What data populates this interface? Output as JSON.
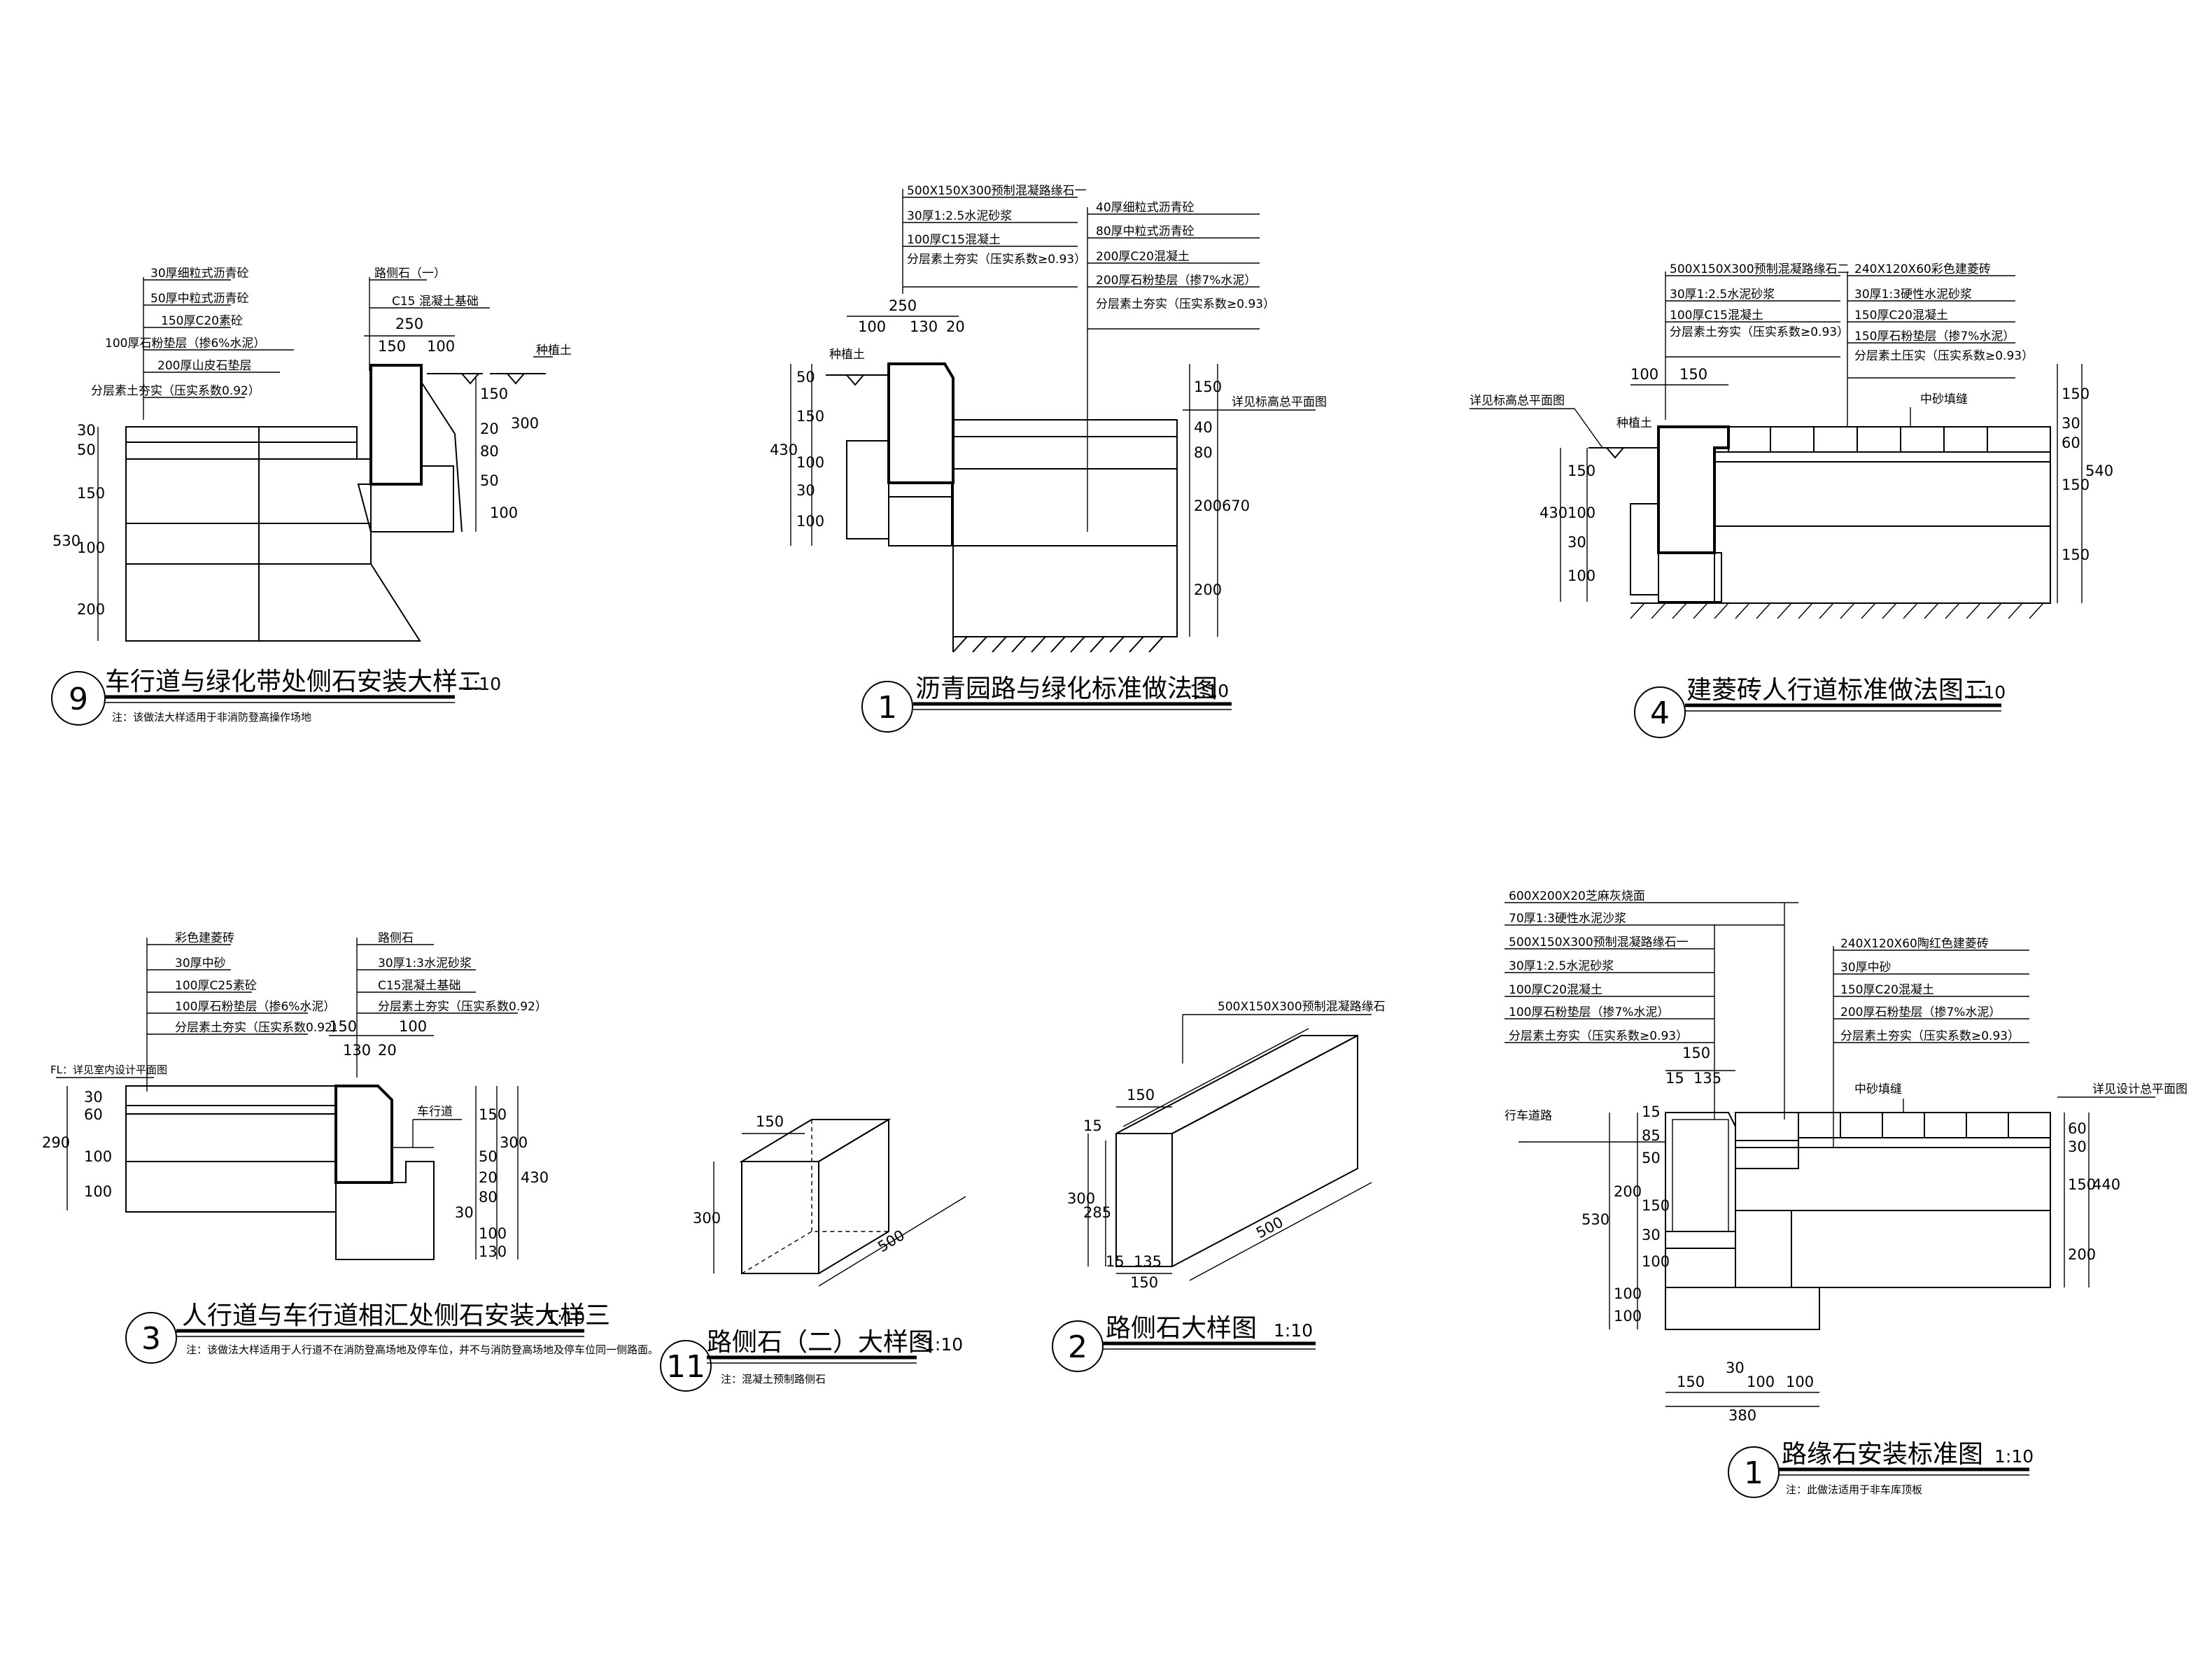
{
  "colors": {
    "line": "#000000",
    "background": "#ffffff"
  },
  "details": [
    {
      "id": "d9",
      "number": "9",
      "title": "车行道与绿化带处侧石安装大样二",
      "scale": "1:10",
      "note": "注：该做法大样适用于非消防登高操作场地",
      "layers_left": [
        "30厚细粒式沥青砼",
        "50厚中粒式沥青砼",
        "150厚C20素砼",
        "100厚石粉垫层（掺6%水泥）",
        "200厚山皮石垫层",
        "分层素土夯实（压实系数0.92）"
      ],
      "layers_right": [
        "路侧石（一）",
        "C15 混凝土基础"
      ],
      "side_label": "种植土",
      "dims_left": [
        "30",
        "50",
        "150",
        "530",
        "100",
        "200"
      ],
      "dims_right": [
        "150",
        "300",
        "20",
        "80",
        "50",
        "100"
      ],
      "dims_top": [
        "250",
        "150",
        "100"
      ]
    },
    {
      "id": "d1a",
      "number": "1",
      "title": "沥青园路与绿化标准做法图",
      "scale": "1:10",
      "layers_left": [
        "500X150X300预制混凝路缘石一",
        "30厚1:2.5水泥砂浆",
        "100厚C15混凝土",
        "分层素土夯实（压实系数≥0.93）"
      ],
      "layers_right": [
        "40厚细粒式沥青砼",
        "80厚中粒式沥青砼",
        "200厚C20混凝土",
        "200厚石粉垫层（掺7%水泥）",
        "分层素土夯实（压实系数≥0.93）"
      ],
      "side_label": "种植土",
      "ref_label": "详见标高总平面图",
      "dims_left": [
        "50",
        "150",
        "430",
        "100",
        "30",
        "100"
      ],
      "dims_right": [
        "150",
        "40",
        "80",
        "200",
        "670",
        "200"
      ],
      "dims_top": [
        "250",
        "100",
        "130",
        "20"
      ]
    },
    {
      "id": "d4",
      "number": "4",
      "title": "建菱砖人行道标准做法图二",
      "scale": "1:10",
      "layers_left": [
        "500X150X300预制混凝路缘石二",
        "30厚1:2.5水泥砂浆",
        "100厚C15混凝土",
        "分层素土夯实（压实系数≥0.93）"
      ],
      "layers_right": [
        "240X120X60彩色建菱砖",
        "30厚1:3硬性水泥砂浆",
        "150厚C20混凝土",
        "150厚石粉垫层（掺7%水泥）",
        "分层素土压实（压实系数≥0.93）"
      ],
      "side_label": "种植土",
      "ref_label": "详见标高总平面图",
      "joint_label": "中砂填缝",
      "dims_left": [
        "150",
        "430",
        "100",
        "30",
        "100"
      ],
      "dims_right": [
        "150",
        "30",
        "60",
        "150",
        "540",
        "150"
      ],
      "dims_top": [
        "100",
        "150"
      ]
    },
    {
      "id": "d3",
      "number": "3",
      "title": "人行道与车行道相汇处侧石安装大样三",
      "scale": "1:10",
      "note": "注：该做法大样适用于人行道不在消防登高场地及停车位，并不与消防登高场地及停车位同一侧路面。",
      "layers_left": [
        "彩色建菱砖",
        "30厚中砂",
        "100厚C25素砼",
        "100厚石粉垫层（掺6%水泥）",
        "分层素土夯实（压实系数0.92）"
      ],
      "layers_right": [
        "路侧石",
        "30厚1:3水泥砂浆",
        "C15混凝土基础",
        "分层素土夯实（压实系数0.92）"
      ],
      "fl_label": "FL：详见室内设计平面图",
      "road_label": "车行道",
      "dims_left": [
        "290",
        "30",
        "60",
        "100",
        "100"
      ],
      "dims_right": [
        "150",
        "50",
        "300",
        "20",
        "80",
        "430",
        "30",
        "100",
        "130"
      ],
      "dims_top": [
        "150",
        "100",
        "130",
        "20"
      ]
    },
    {
      "id": "d11",
      "number": "11",
      "title": "路侧石（二）大样图",
      "scale": "1:10",
      "note": "注：混凝土预制路侧石",
      "dims": [
        "150",
        "300",
        "500"
      ]
    },
    {
      "id": "d2",
      "number": "2",
      "title": "路侧石大样图",
      "scale": "1:10",
      "label": "500X150X300预制混凝路缘石",
      "dims": [
        "150",
        "15",
        "300",
        "285",
        "15",
        "135",
        "150",
        "500"
      ]
    },
    {
      "id": "d1b",
      "number": "1",
      "title": "路缘石安装标准图",
      "scale": "1:10",
      "note": "注：此做法适用于非车库顶板",
      "layers_left": [
        "600X200X20芝麻灰烧面",
        "70厚1:3硬性水泥沙浆",
        "500X150X300预制混凝路缘石一",
        "30厚1:2.5水泥砂浆",
        "100厚C20混凝土",
        "100厚石粉垫层（掺7%水泥）",
        "分层素土夯实（压实系数≥0.93）"
      ],
      "layers_right": [
        "240X120X60陶红色建菱砖",
        "30厚中砂",
        "150厚C20混凝土",
        "200厚石粉垫层（掺7%水泥）",
        "分层素土夯实（压实系数≥0.93）"
      ],
      "road_label": "行车道路",
      "ref_label": "详见设计总平面图",
      "joint_label": "中砂填缝",
      "dims_left": [
        "15",
        "85",
        "50",
        "200",
        "150",
        "530",
        "30",
        "100",
        "100",
        "100"
      ],
      "dims_right": [
        "60",
        "30",
        "150",
        "440",
        "200"
      ],
      "dims_top": [
        "150",
        "15",
        "135"
      ],
      "dims_bottom": [
        "150",
        "30",
        "100",
        "100",
        "380"
      ]
    }
  ]
}
